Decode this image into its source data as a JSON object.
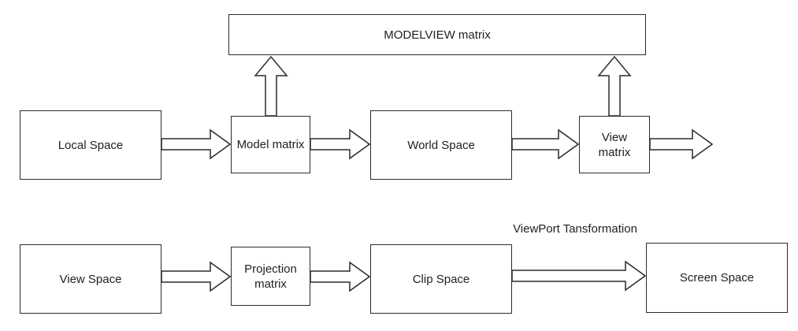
{
  "diagram": {
    "modelview_box": "MODELVIEW matrix",
    "row1": {
      "local_space": "Local Space",
      "model_matrix": "Model matrix",
      "world_space": "World Space",
      "view_matrix": "View matrix"
    },
    "row2": {
      "view_space": "View Space",
      "projection_matrix": "Projection matrix",
      "clip_space": "Clip Space",
      "screen_space": "Screen Space",
      "viewport_label": "ViewPort Tansformation"
    },
    "icons": {
      "flow_arrow": "block-arrow-right",
      "merge_arrow": "block-arrow-up"
    },
    "colors": {
      "stroke": "#2b2b2b",
      "fill": "#ffffff",
      "text": "#1f1f1f"
    }
  }
}
